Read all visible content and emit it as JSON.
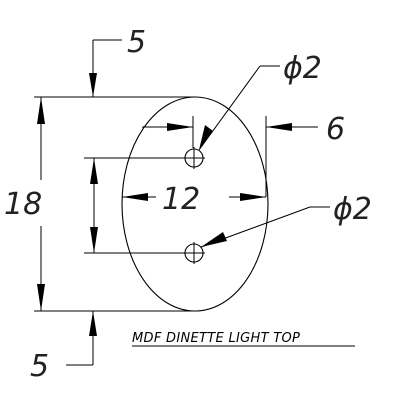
{
  "drawing": {
    "title": "MDF DINETTE LIGHT TOP",
    "dimensions": {
      "top_offset": "5",
      "bottom_offset": "5",
      "overall_height": "18",
      "width": "12",
      "edge_offset": "6",
      "upper_hole_diameter": "ϕ2",
      "lower_hole_diameter": "ϕ2"
    },
    "colors": {
      "line": "#000000",
      "text": "#222222",
      "background": "#ffffff"
    }
  }
}
